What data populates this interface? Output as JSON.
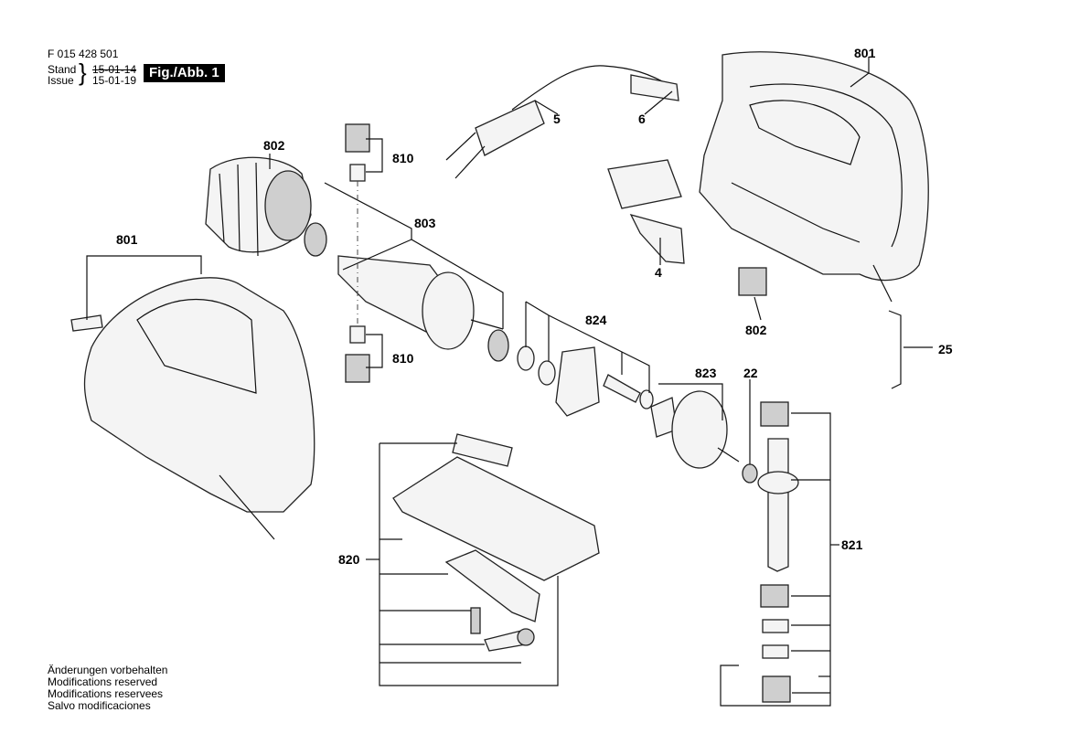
{
  "document": {
    "number": "F 015 428 501",
    "stand_label": "Stand",
    "issue_label": "Issue",
    "stand_date": "15-01-14",
    "issue_date": "15-01-19",
    "figure_label": "Fig./Abb. 1"
  },
  "notes": [
    "Änderungen vorbehalten",
    "Modifications reserved",
    "Modifications reservees",
    "Salvo modificaciones"
  ],
  "callouts": {
    "housing_right": "801",
    "housing_left": "801",
    "cable": "5",
    "cable_sleeve": "6",
    "switch": "4",
    "suppressor": "802",
    "stator": "802",
    "brush_top": "810",
    "brush_bottom": "810",
    "armature": "803",
    "gear_kit": "824",
    "gear_wheel": "823",
    "roller": "22",
    "hex_key": "25",
    "base_plate": "820",
    "plunger_kit": "821"
  }
}
